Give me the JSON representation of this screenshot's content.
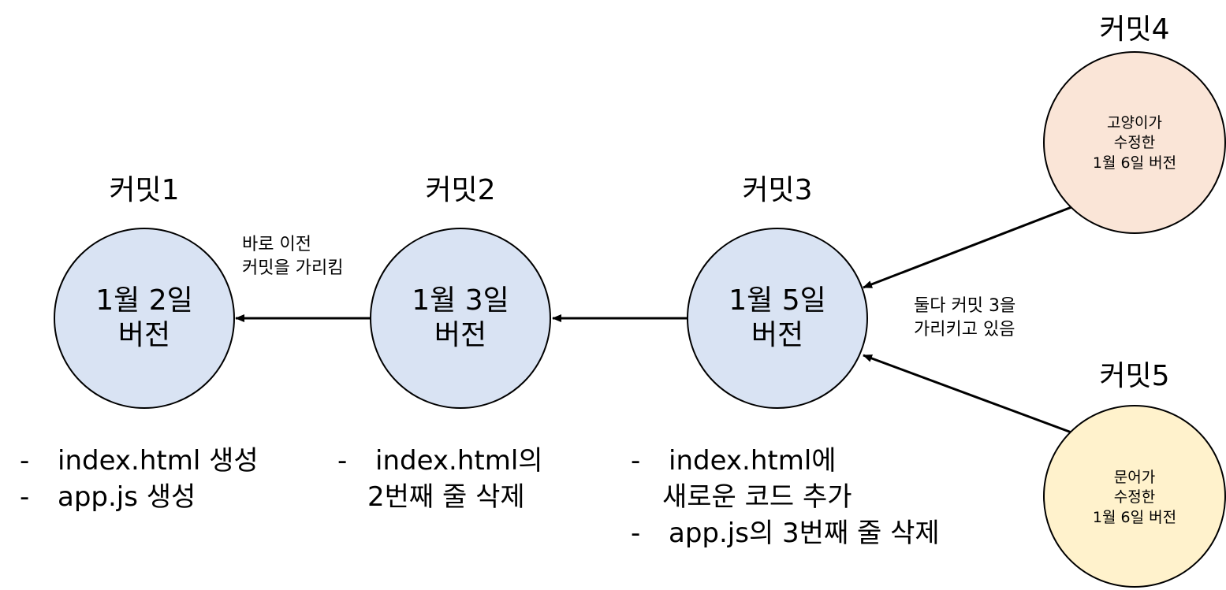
{
  "colors": {
    "main_commit_fill": "#d9e3f3",
    "cat_commit_fill": "#fae5d7",
    "octopus_commit_fill": "#fff2cc",
    "stroke": "#000000"
  },
  "commits": [
    {
      "id": "c1",
      "title": "커밋1",
      "line1": "1월 2일",
      "line2": "버전"
    },
    {
      "id": "c2",
      "title": "커밋2",
      "line1": "1월 3일",
      "line2": "버전"
    },
    {
      "id": "c3",
      "title": "커밋3",
      "line1": "1월 5일",
      "line2": "버전"
    },
    {
      "id": "c4",
      "title": "커밋4",
      "line1": "고양이가",
      "line2": "수정한",
      "line3": "1월 6일 버전"
    },
    {
      "id": "c5",
      "title": "커밋5",
      "line1": "문어가",
      "line2": "수정한",
      "line3": "1월 6일 버전"
    }
  ],
  "notes": {
    "prev_pointer_line1": "바로 이전",
    "prev_pointer_line2": "커밋을 가리킴",
    "both_point_line1": "둘다 커밋 3을",
    "both_point_line2": "가리키고 있음"
  },
  "descriptions": {
    "c1": {
      "bullet": "-",
      "item1": "index.html 생성",
      "item2": "app.js 생성"
    },
    "c2": {
      "bullet": "-",
      "item1_line1": "index.html의",
      "item1_line2": "2번째 줄 삭제"
    },
    "c3": {
      "bullet": "-",
      "item1_line1": "index.html에",
      "item1_line2": "새로운 코드 추가",
      "item2": "app.js의 3번째 줄 삭제"
    }
  }
}
